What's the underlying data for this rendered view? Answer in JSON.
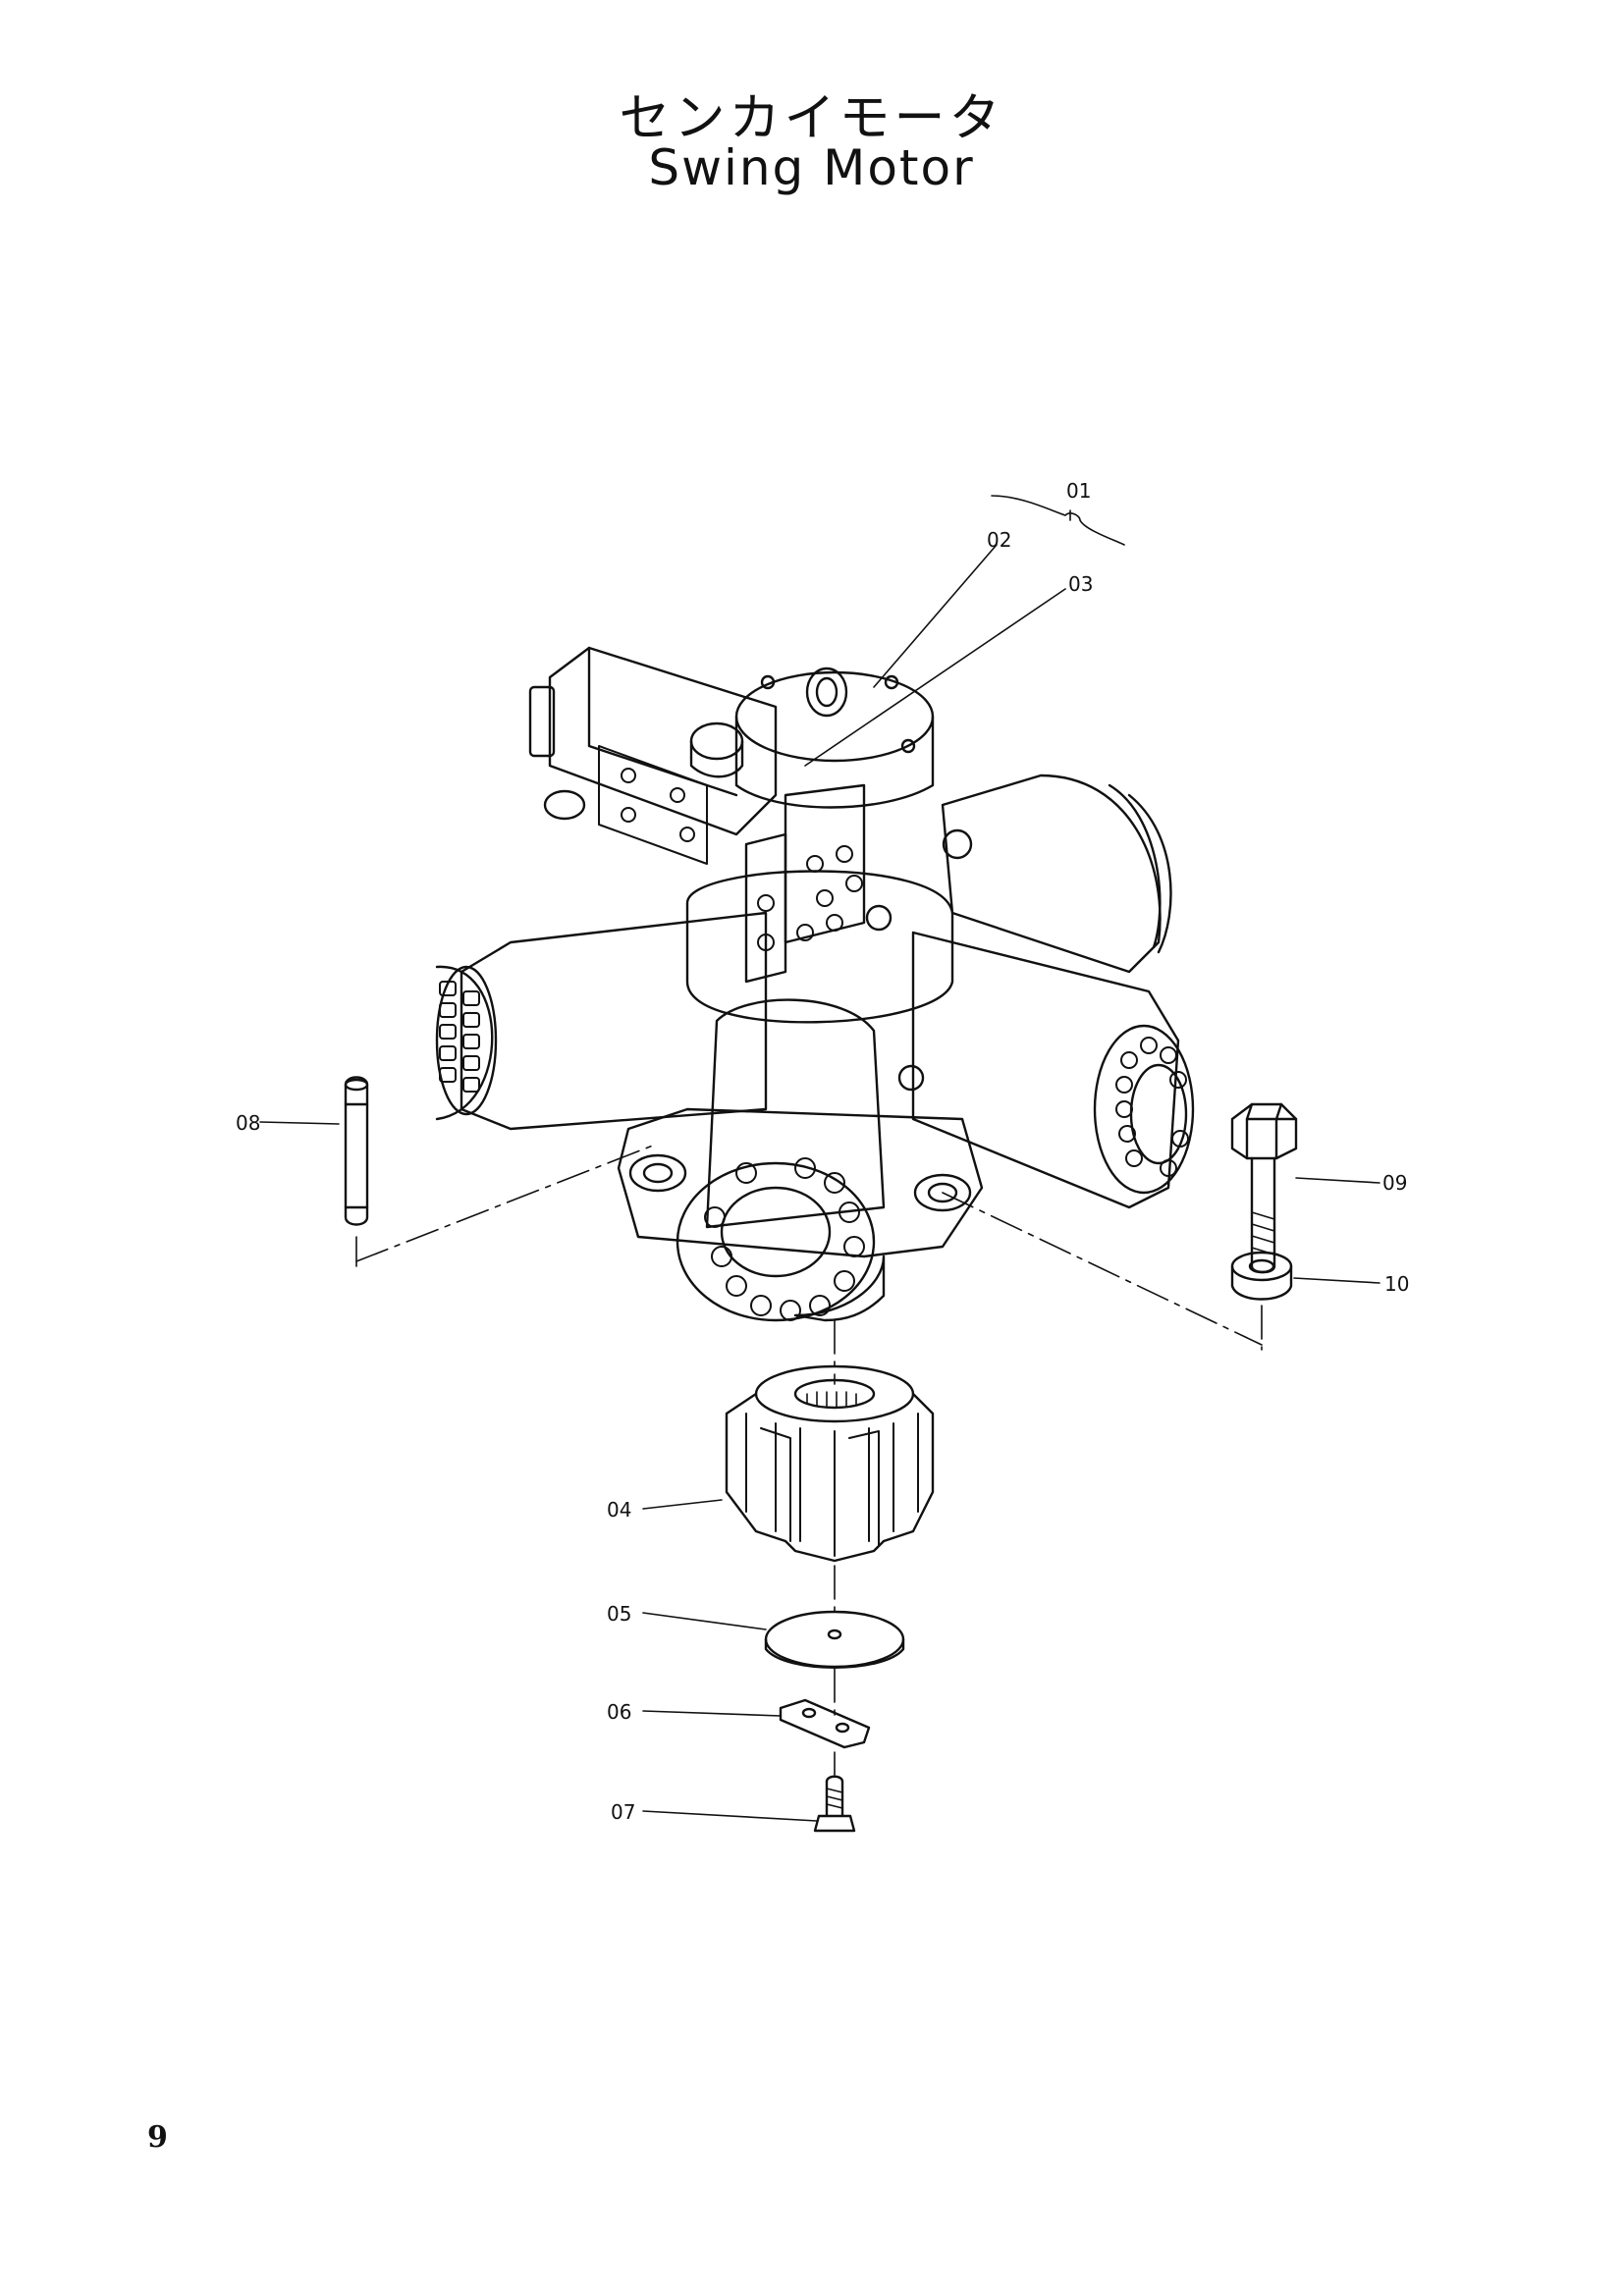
{
  "header": {
    "title_jp": "センカイモータ",
    "title_en": "Swing Motor"
  },
  "callouts": [
    {
      "id": "01",
      "label": "01"
    },
    {
      "id": "02",
      "label": "02"
    },
    {
      "id": "03",
      "label": "03"
    },
    {
      "id": "04",
      "label": "04"
    },
    {
      "id": "05",
      "label": "05"
    },
    {
      "id": "06",
      "label": "06"
    },
    {
      "id": "07",
      "label": "07"
    },
    {
      "id": "08",
      "label": "08"
    },
    {
      "id": "09",
      "label": "09"
    },
    {
      "id": "10",
      "label": "10"
    }
  ],
  "footer": {
    "page_number": "9"
  }
}
